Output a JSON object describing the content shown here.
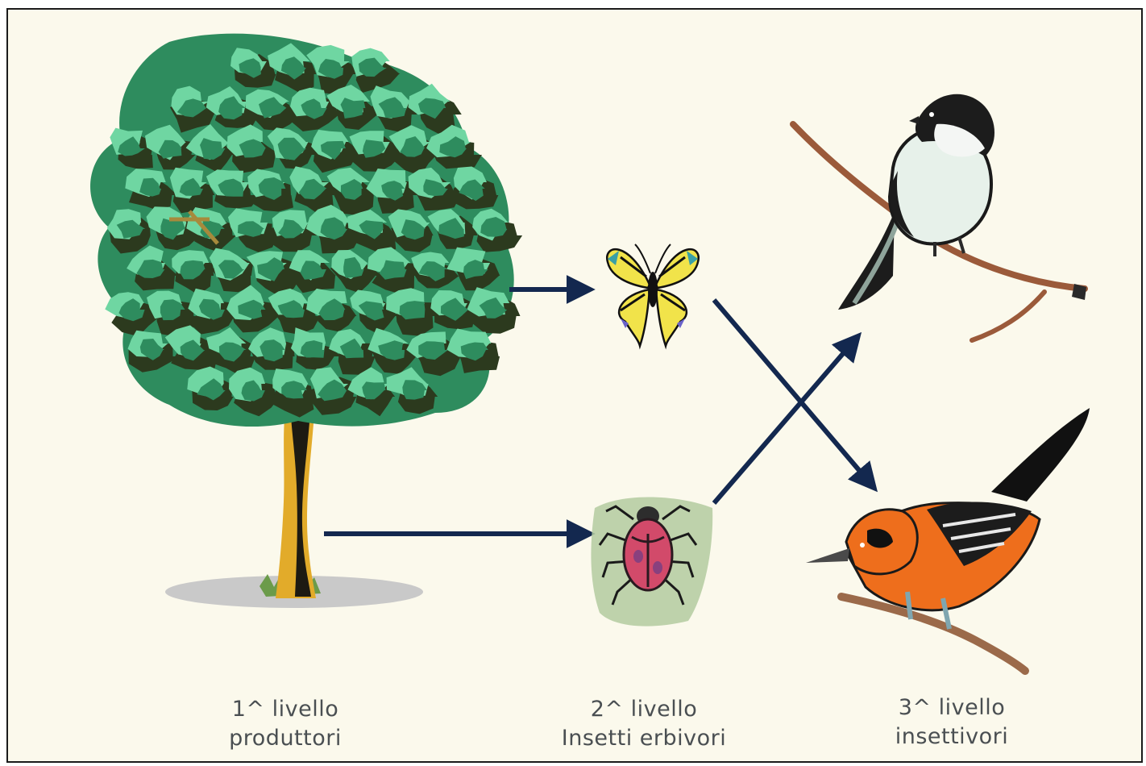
{
  "diagram": {
    "colors": {
      "background": "#fbf9ec",
      "arrow": "#13284f",
      "leaf_dark": "#2c3a1e",
      "leaf_mid": "#2e8c5e",
      "leaf_light": "#6fd6a2",
      "trunk": "#e2ab2a",
      "label_text": "#4a4f52"
    },
    "nodes": [
      {
        "id": "tree",
        "icon": "tree-icon"
      },
      {
        "id": "butterfly",
        "icon": "butterfly-icon"
      },
      {
        "id": "bug",
        "icon": "bug-icon"
      },
      {
        "id": "chickadee",
        "icon": "chickadee-icon"
      },
      {
        "id": "oriole",
        "icon": "oriole-icon"
      }
    ],
    "edges": [
      {
        "from": "tree",
        "to": "butterfly"
      },
      {
        "from": "tree",
        "to": "bug"
      },
      {
        "from": "butterfly",
        "to": "oriole"
      },
      {
        "from": "bug",
        "to": "chickadee"
      }
    ],
    "labels": {
      "level1": {
        "line1": "1^ livello",
        "line2": "produttori"
      },
      "level2": {
        "line1": "2^ livello",
        "line2": "Insetti erbivori"
      },
      "level3": {
        "line1": "3^ livello",
        "line2": "insettivori"
      }
    }
  }
}
